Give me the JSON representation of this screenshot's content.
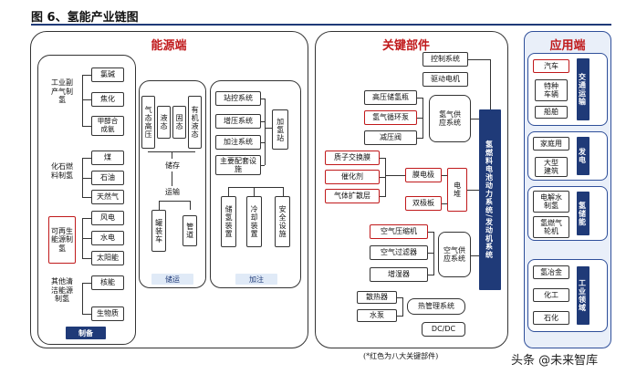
{
  "title": "图 6、氢能产业链图",
  "sections": {
    "energy": "能源端",
    "key_components": "关键部件",
    "application": "应用端"
  },
  "energy": {
    "industrial_byproduct": {
      "label": "工业副产气制氢",
      "items": [
        "氯碱",
        "焦化",
        "甲醇合成氨"
      ]
    },
    "fossil": {
      "label": "化石燃料制氢",
      "items": [
        "煤",
        "石油",
        "天然气"
      ]
    },
    "renewable": {
      "label": "可再生能源制氢",
      "items": [
        "风电",
        "水电",
        "太阳能"
      ]
    },
    "clean": {
      "label": "其他清洁能源制氢",
      "items": [
        "核能",
        "生物质"
      ]
    },
    "production_tag": "制备",
    "storage_transport": {
      "states": [
        "气态高压",
        "液态",
        "固态",
        "有机液态"
      ],
      "storage": "储存",
      "transport": "运输",
      "vehicles": [
        "罐装车",
        "管道"
      ],
      "tag": "储运"
    },
    "refueling": {
      "systems": [
        "站控系统",
        "增压系统",
        "加注系统",
        "主要配套设施"
      ],
      "station": "加氢站",
      "equipment": [
        "储氢装置",
        "冷却装置",
        "安全设施"
      ],
      "tag": "加注"
    }
  },
  "key_components": {
    "top": [
      "控制系统",
      "驱动电机"
    ],
    "hydrogen_supply": {
      "label": "氢气供应系统",
      "items": [
        "高压储氢瓶",
        "氢气循环泵",
        "减压阀"
      ]
    },
    "stack_parts": [
      "质子交换膜",
      "催化剂",
      "气体扩散层"
    ],
    "membrane_electrode": "膜电极",
    "bipolar_plate": "双极板",
    "stack": "电堆",
    "air_supply": {
      "label": "空气供应系统",
      "items": [
        "空气压缩机",
        "空气过滤器",
        "增湿器"
      ]
    },
    "thermal": {
      "label": "热管理系统",
      "items": [
        "散热器",
        "水泵"
      ]
    },
    "dcdc": "DC/DC",
    "powertrain": "氢燃料电池动力系统/发动机系统",
    "note": "(*红色为八大关键部件)"
  },
  "application": {
    "transport": {
      "items": [
        "汽车",
        "特种车辆",
        "船舶"
      ],
      "tag": "交通运输"
    },
    "power": {
      "items": [
        "家庭用",
        "大型建筑"
      ],
      "tag": "发电"
    },
    "storage": {
      "items": [
        "电解水制氢",
        "氢燃气轮机"
      ],
      "tag": "氢储能"
    },
    "industry": {
      "items": [
        "氢冶金",
        "化工",
        "石化"
      ],
      "tag": "工业领域"
    }
  },
  "watermark": "头条 @未来智库",
  "colors": {
    "accent_red": "#c0191b",
    "navy": "#1f3a78",
    "panel_blue": "#e9eff9"
  }
}
